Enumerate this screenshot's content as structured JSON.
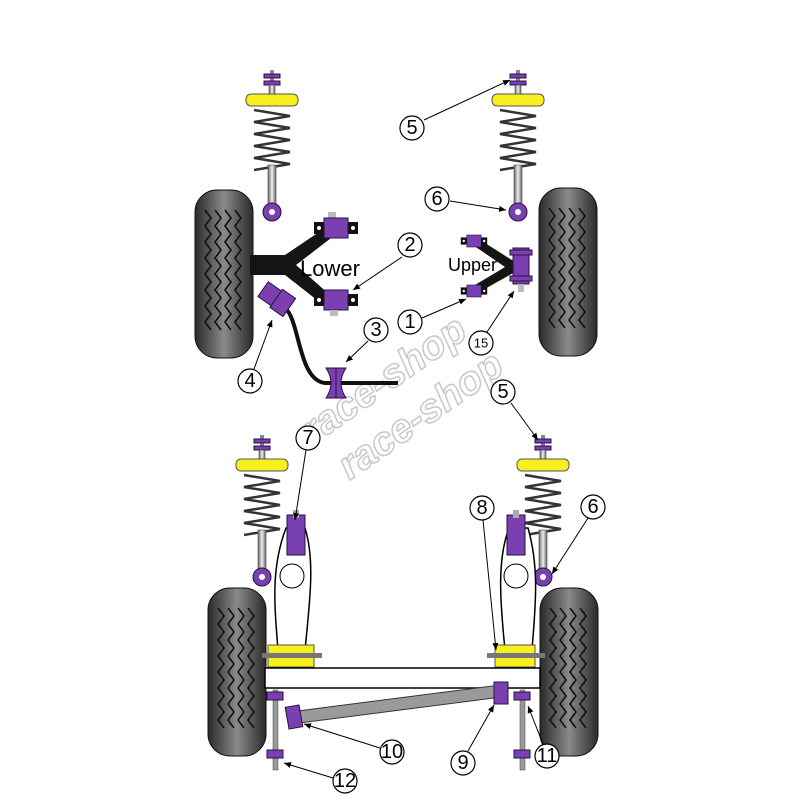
{
  "labels": {
    "lower": "Lower",
    "upper": "Upper"
  },
  "watermark": [
    "race-shop",
    "race-shop"
  ],
  "callouts": {
    "c1": "1",
    "c2": "2",
    "c3": "3",
    "c4": "4",
    "c5_top": "5",
    "c6_top": "6",
    "c15": "15",
    "c5_bottom": "5",
    "c6_bottom": "6",
    "c7": "7",
    "c8": "8",
    "c9": "9",
    "c10": "10",
    "c11": "11",
    "c12": "12"
  },
  "colors": {
    "bush": "#7a3fb0",
    "poly_yellow": "#f7f01e",
    "tyre": "#3a3a3a"
  }
}
